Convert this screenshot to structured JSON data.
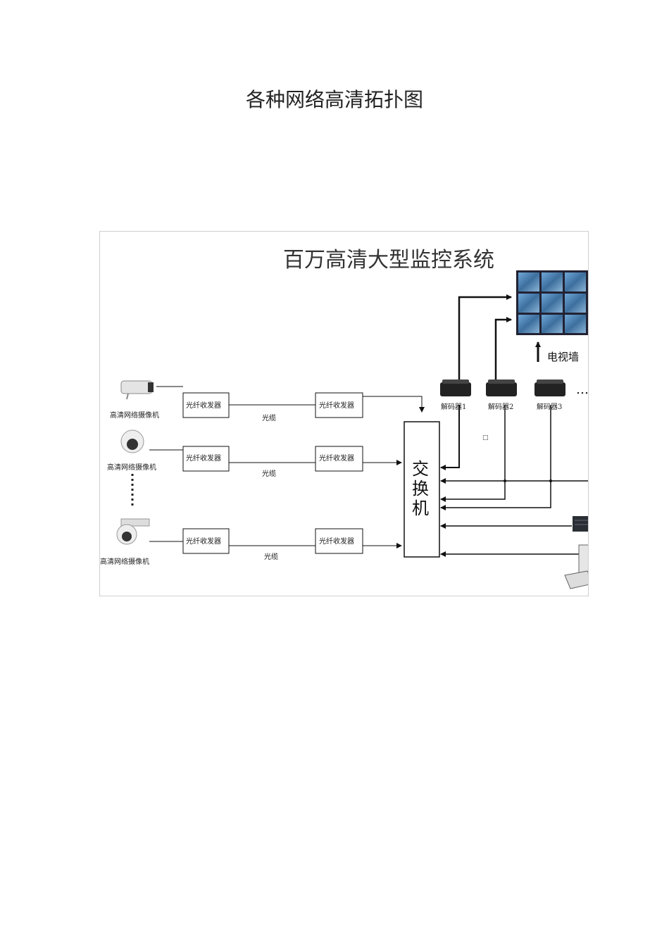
{
  "page": {
    "title": "各种网络高清拓扑图"
  },
  "diagram": {
    "title": "百万高清大型监控系统",
    "cameras": [
      {
        "label": "高清网络摄像机",
        "icon": "bullet-camera-icon"
      },
      {
        "label": "高清网络摄像机",
        "icon": "dome-camera-icon"
      },
      {
        "label": "高清网络摄像机",
        "icon": "ptz-camera-icon"
      }
    ],
    "transceiver_label": "光纤收发器",
    "cable_label": "光缆",
    "switch_label": [
      "交",
      "换",
      "机"
    ],
    "decoders": [
      "解码器1",
      "解码器2",
      "解码器3"
    ],
    "tv_wall_label": "电视墙",
    "ellipsis": "…",
    "stray_mark": "□"
  }
}
